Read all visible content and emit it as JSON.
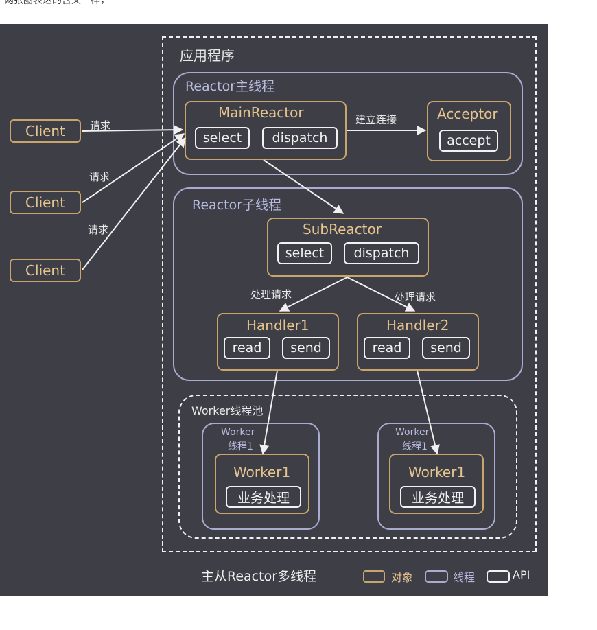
{
  "page_top_text": "两张图表达的含义一样，",
  "app_label": "应用程序",
  "main_thread": {
    "label": "Reactor主线程"
  },
  "main_reactor": {
    "label": "MainReactor",
    "apis": [
      "select",
      "dispatch"
    ]
  },
  "connect_label": "建立连接",
  "acceptor": {
    "label": "Acceptor",
    "api": "accept"
  },
  "clients": [
    {
      "label": "Client",
      "request": "请求"
    },
    {
      "label": "Client",
      "request": "请求"
    },
    {
      "label": "Client",
      "request": "请求"
    }
  ],
  "sub_thread": {
    "label": "Reactor子线程"
  },
  "sub_reactor": {
    "label": "SubReactor",
    "apis": [
      "select",
      "dispatch"
    ]
  },
  "handle_labels": [
    "处理请求",
    "处理请求"
  ],
  "handlers": [
    {
      "label": "Handler1",
      "apis": [
        "read",
        "send"
      ]
    },
    {
      "label": "Handler2",
      "apis": [
        "read",
        "send"
      ]
    }
  ],
  "worker_pool": {
    "label": "Worker线程池"
  },
  "workers": [
    {
      "thread_label_line1": "Worker",
      "thread_label_line2": "线程1",
      "label": "Worker1",
      "api": "业务处理"
    },
    {
      "thread_label_line1": "Worker",
      "thread_label_line2": "线程1",
      "label": "Worker1",
      "api": "业务处理"
    }
  ],
  "caption": "主从Reactor多线程",
  "legend": {
    "object": "对象",
    "thread": "线程",
    "api": "API"
  },
  "colors": {
    "background": "#3d3e46",
    "object": "#c9a46b",
    "thread": "#a9acd0",
    "api": "#f2f2f2",
    "arrow": "#f0f0f0"
  }
}
